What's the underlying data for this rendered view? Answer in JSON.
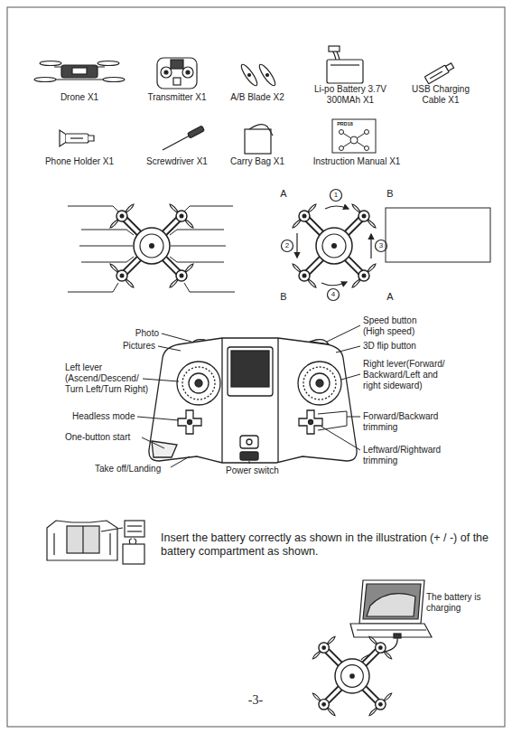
{
  "diagram": {
    "labels": [
      "Drone X1",
      "Transmitter X1",
      "A/B Blade X2",
      "Li-po Battery 3.7V 300MAh X1",
      "USB Charging Cable X1",
      "PRD18",
      "Phone Holder X1",
      "Screwdriver X1",
      "Carry Bag X1",
      "Instruction Manual X1",
      "A",
      "B",
      "B",
      "A",
      "1",
      "2",
      "3",
      "4",
      "Photo",
      "Pictures",
      "Left lever (Ascend/Descend/ Turn Left/Turn Right)",
      "Headless mode",
      "One-button start",
      "Take off/Landing",
      "Power switch",
      "Speed button (High speed)",
      "3D flip button",
      "Right lever(Forward/ Backward/Left and right sideward)",
      "Forward/Backward trimming",
      "Leftward/Rightward trimming",
      "Insert the battery correctly as shown in the illustration (+ / -) of the battery compartment as shown.",
      "The battery is charging",
      "-3-"
    ]
  }
}
